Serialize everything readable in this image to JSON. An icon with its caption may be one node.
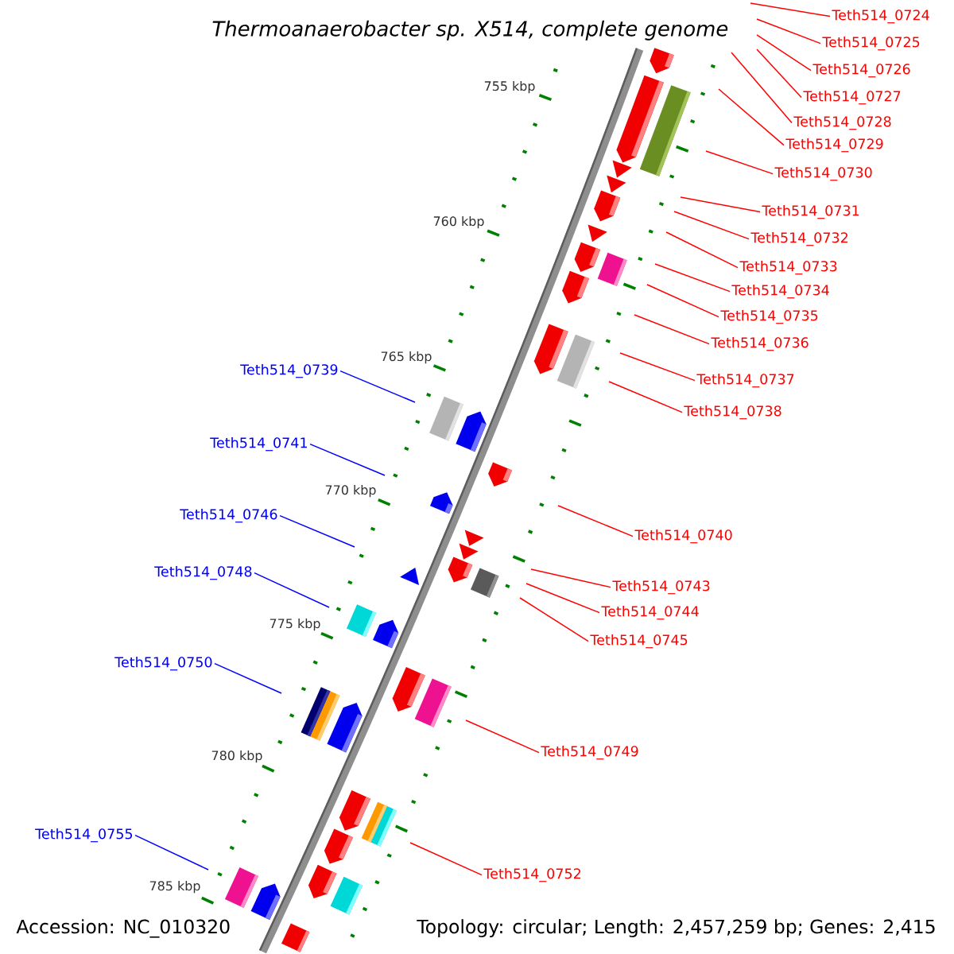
{
  "diagram": {
    "title": "Thermoanaerobacter sp. X514, complete genome",
    "nodes": [
      {
        "text": [
          "Teth514_0724"
        ]
      },
      {
        "text": [
          "Teth514_0725"
        ]
      },
      {
        "text": [
          "Teth514_0726"
        ]
      },
      {
        "text": [
          "Teth514_0727"
        ]
      },
      {
        "text": [
          "Teth514_0728"
        ]
      },
      {
        "text": [
          "Teth514_0729"
        ]
      },
      {
        "text": [
          "Teth514_0730"
        ]
      },
      {
        "text": [
          "Teth514_0731"
        ]
      },
      {
        "text": [
          "Teth514_0732"
        ]
      },
      {
        "text": [
          "Teth514_0733"
        ]
      },
      {
        "text": [
          "Teth514_0734"
        ]
      },
      {
        "text": [
          "Teth514_0735"
        ]
      },
      {
        "text": [
          "Teth514_0736"
        ]
      },
      {
        "text": [
          "Teth514_0739"
        ]
      },
      {
        "text": [
          "Teth514_0737"
        ]
      },
      {
        "text": [
          "Teth514_0738"
        ]
      },
      {
        "text": [
          "Teth514_0741"
        ]
      },
      {
        "text": [
          "Teth514_0746"
        ]
      },
      {
        "text": [
          "Teth514_0740"
        ]
      },
      {
        "text": [
          "Teth514_0748"
        ]
      },
      {
        "text": [
          "Teth514_0743"
        ]
      },
      {
        "text": [
          "Teth514_0744"
        ]
      },
      {
        "text": [
          "Teth514_0745"
        ]
      },
      {
        "text": [
          "Teth514_0750"
        ]
      },
      {
        "text": [
          "Teth514_0749"
        ]
      },
      {
        "text": [
          "Teth514_0755"
        ]
      },
      {
        "text": [
          "Teth514_0752"
        ]
      }
    ],
    "edges": [
      {
        "from": 0,
        "to": null,
        "arrow": "none"
      },
      {
        "from": 1,
        "to": null,
        "arrow": "none"
      },
      {
        "from": 2,
        "to": null,
        "arrow": "none"
      },
      {
        "from": 3,
        "to": null,
        "arrow": "none"
      },
      {
        "from": 4,
        "to": null,
        "arrow": "none"
      },
      {
        "from": 5,
        "to": null,
        "arrow": "none"
      },
      {
        "from": 6,
        "to": null,
        "arrow": "none"
      },
      {
        "from": 7,
        "to": null,
        "arrow": "none"
      },
      {
        "from": 8,
        "to": null,
        "arrow": "none"
      },
      {
        "from": 9,
        "to": null,
        "arrow": "none"
      },
      {
        "from": 10,
        "to": null,
        "arrow": "none"
      },
      {
        "from": 11,
        "to": null,
        "arrow": "none"
      },
      {
        "from": 12,
        "to": null,
        "arrow": "none"
      },
      {
        "from": 13,
        "to": null,
        "arrow": "none",
        "color": "#0000ff"
      },
      {
        "from": 14,
        "to": null,
        "arrow": "none"
      },
      {
        "from": 15,
        "to": null,
        "arrow": "none"
      },
      {
        "from": 16,
        "to": null,
        "arrow": "none",
        "color": "#0000ff"
      },
      {
        "from": 17,
        "to": null,
        "arrow": "none",
        "color": "#0000ff"
      },
      {
        "from": 18,
        "to": null,
        "arrow": "none"
      },
      {
        "from": 19,
        "to": null,
        "arrow": "none",
        "color": "#0000ff"
      },
      {
        "from": 20,
        "to": null,
        "arrow": "none"
      },
      {
        "from": 21,
        "to": null,
        "arrow": "none"
      },
      {
        "from": 22,
        "to": null,
        "arrow": "none"
      },
      {
        "from": 23,
        "to": null,
        "arrow": "none",
        "color": "#0000ff"
      },
      {
        "from": 24,
        "to": null,
        "arrow": "none"
      },
      {
        "from": 25,
        "to": null,
        "arrow": "none",
        "color": "#0000ff"
      },
      {
        "from": 26,
        "to": null,
        "arrow": "none"
      }
    ],
    "labels": [
      "755 kbp",
      "760 kbp",
      "765 kbp",
      "770 kbp",
      "775 kbp",
      "780 kbp",
      "785 kbp",
      "Accession: NC_010320",
      "Topology: circular; Length: 2,457,259 bp; Genes: 2,415"
    ]
  }
}
